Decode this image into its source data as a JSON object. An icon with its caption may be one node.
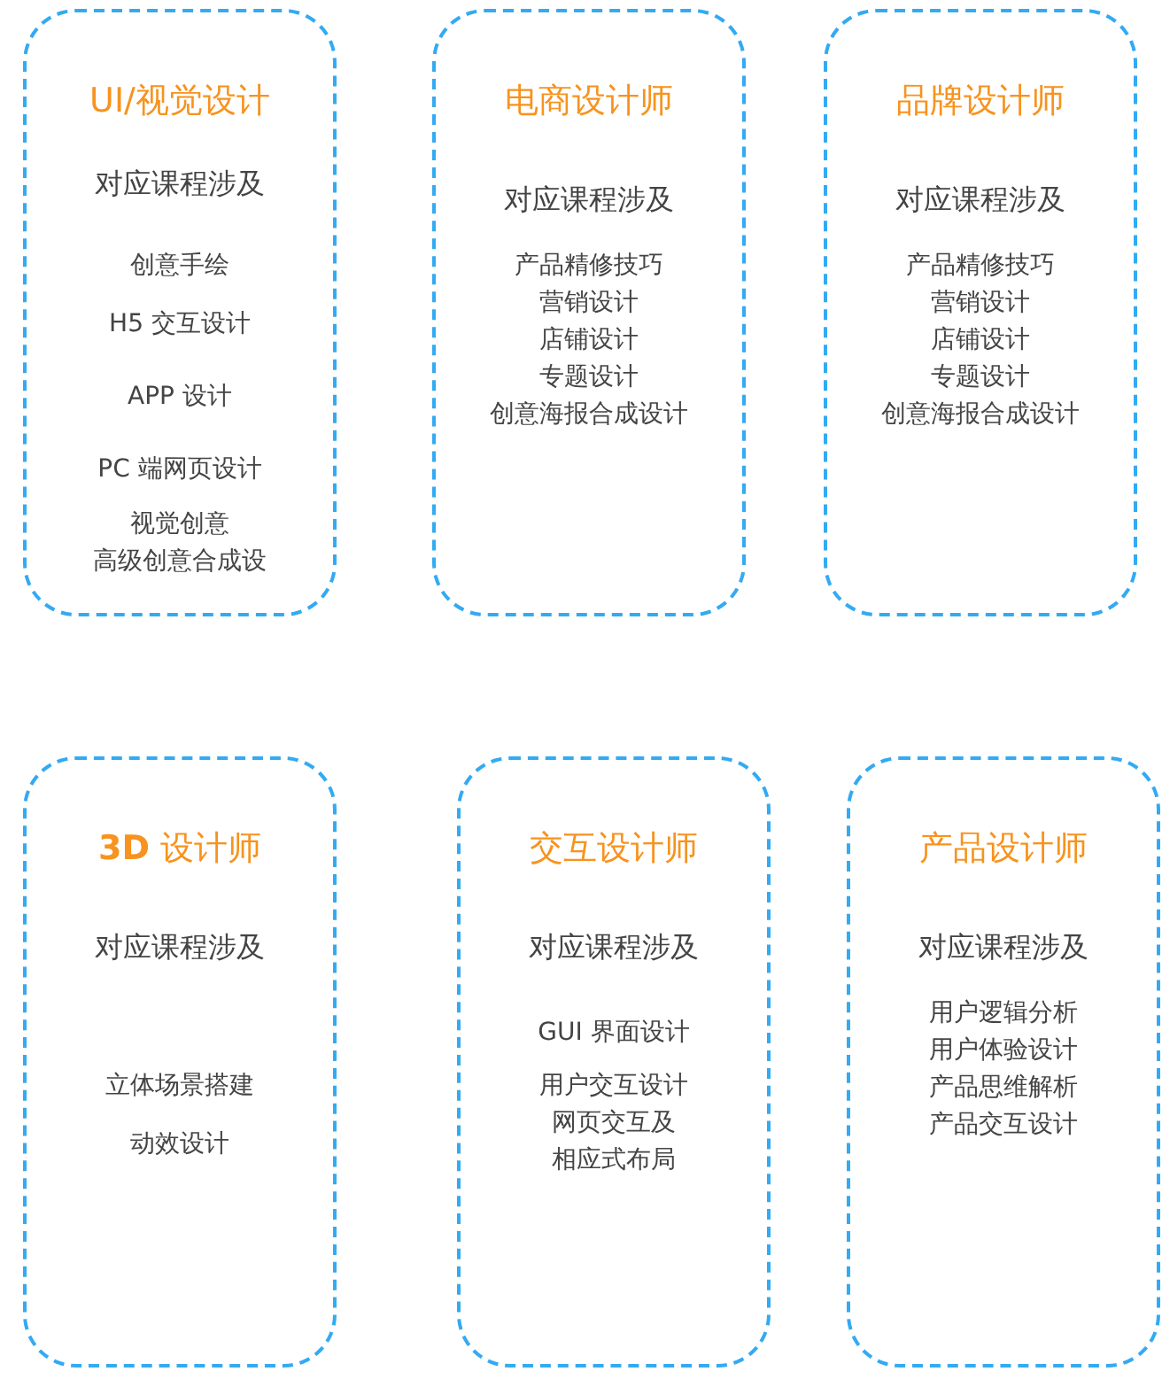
{
  "diagram": {
    "nodes": [
      {
        "text": [
          "UI/视觉设计",
          "对应课程涉及",
          "创意手绘",
          "H5 交互设计",
          "APP 设计",
          "PC 端网页设计",
          "视觉创意",
          "高级创意合成设"
        ]
      },
      {
        "text": [
          "电商设计师",
          "对应课程涉及",
          "产品精修技巧",
          "营销设计",
          "店铺设计",
          "专题设计",
          "创意海报合成设计"
        ]
      },
      {
        "text": [
          "品牌设计师",
          "对应课程涉及",
          "产品精修技巧",
          "营销设计",
          "店铺设计",
          "专题设计",
          "创意海报合成设计"
        ]
      },
      {
        "text": [
          "**3D** 设计师",
          "对应课程涉及",
          "立体场景搭建",
          "动效设计"
        ]
      },
      {
        "text": [
          "交互设计师",
          "对应课程涉及",
          "GUI 界面设计",
          "用户交互设计",
          "网页交互及相应式布局"
        ]
      },
      {
        "text": [
          "产品设计师",
          "对应课程涉及",
          "用户逻辑分析",
          "用户体验设计",
          "产品思维解析",
          "产品交互设计"
        ]
      }
    ]
  }
}
